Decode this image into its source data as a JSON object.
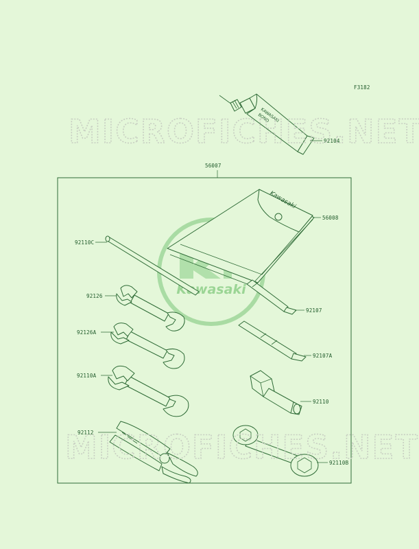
{
  "figure_code": "F3182",
  "watermark": "MICROFICHES.NET",
  "logo_text": "Kawasaki",
  "tube_text": [
    "KAWASAKI",
    "BOND"
  ],
  "pouch_text": "Kawasaki",
  "parts": [
    {
      "id": "tube",
      "number": "92104"
    },
    {
      "id": "kit",
      "number": "56007"
    },
    {
      "id": "pouch",
      "number": "56008"
    },
    {
      "id": "bar",
      "number": "92110C"
    },
    {
      "id": "wrench-1",
      "number": "92126"
    },
    {
      "id": "screwdriver-1",
      "number": "92107"
    },
    {
      "id": "wrench-2",
      "number": "92126A"
    },
    {
      "id": "screwdriver-2",
      "number": "92107A"
    },
    {
      "id": "wrench-3",
      "number": "92110A"
    },
    {
      "id": "spark-plug-wrench",
      "number": "92110"
    },
    {
      "id": "pliers",
      "number": "92112"
    },
    {
      "id": "box-wrench",
      "number": "92110B"
    }
  ],
  "colors": {
    "background": "#e4f7d9",
    "line": "#2e6b36",
    "logo": "#9fd79a",
    "watermark": "#c8cfc2"
  }
}
